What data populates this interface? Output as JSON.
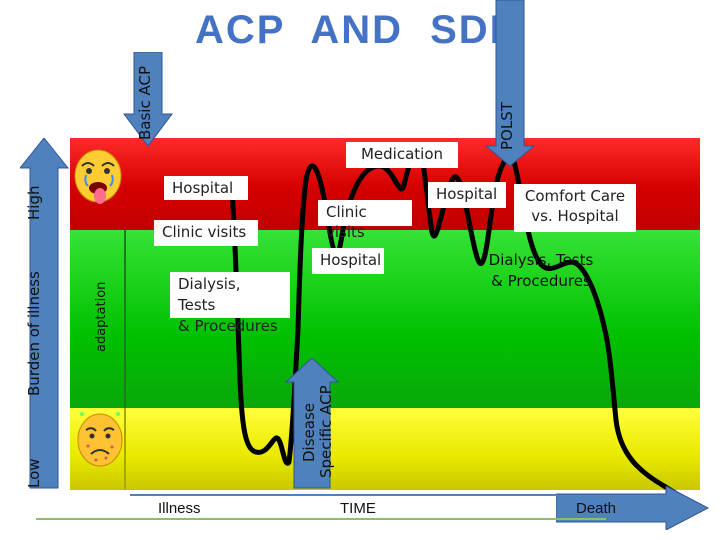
{
  "title": "ACP AND SDM",
  "arrows": {
    "basic_acp": "Basic ACP",
    "polst": "POLST",
    "disease_specific_acp_line1": "Disease",
    "disease_specific_acp_line2": "Specific ACP"
  },
  "axis": {
    "y_label": "Burden of illness",
    "high": "High",
    "low": "Low",
    "adaptation": "adaptation",
    "x_start": "Illness",
    "x_middle": "TIME",
    "x_end": "Death"
  },
  "zones": {
    "high_color": "#d40000",
    "mid_color": "#00c000",
    "low_color": "#e8e800",
    "arrow_color": "#4f81bd"
  },
  "labels": {
    "medication": "Medication",
    "hospital_1": "Hospital",
    "clinic_visits_1": "Clinic visits",
    "clinic_visits_2": "Clinic visits",
    "hospital_2": "Hospital",
    "hospital_3": "Hospital",
    "comfort_care_line1": "Comfort Care",
    "comfort_care_line2": "vs. Hospital",
    "dialysis_1_line1": "Dialysis, Tests",
    "dialysis_1_line2": "& Procedures",
    "dialysis_2_line1": "Dialysis, Tests",
    "dialysis_2_line2": "& Procedures"
  },
  "faces": {
    "high_face": "distressed-face-icon",
    "low_face": "sick-face-icon"
  }
}
